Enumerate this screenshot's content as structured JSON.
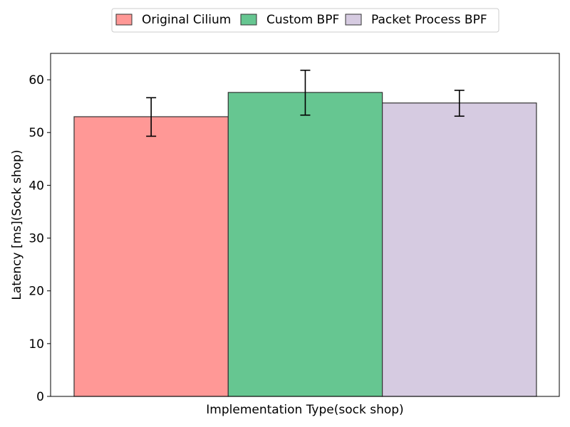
{
  "chart_data": {
    "type": "bar",
    "xlabel": "Implementation Type(sock shop)",
    "ylabel": "Latency [ms](Sock shop)",
    "ylim": [
      0,
      65
    ],
    "yticks": [
      0,
      10,
      20,
      30,
      40,
      50,
      60
    ],
    "grid": false,
    "legend_position": "top-center",
    "series": [
      {
        "name": "Original Cilium",
        "value": 53.0,
        "error": [
          49.3,
          56.6
        ],
        "color": "#ff9896"
      },
      {
        "name": "Custom BPF",
        "value": 57.6,
        "error": [
          53.3,
          61.8
        ],
        "color": "#66c691"
      },
      {
        "name": "Packet Process BPF",
        "value": 55.6,
        "error": [
          53.1,
          58.0
        ],
        "color": "#d6cbe1"
      }
    ]
  }
}
